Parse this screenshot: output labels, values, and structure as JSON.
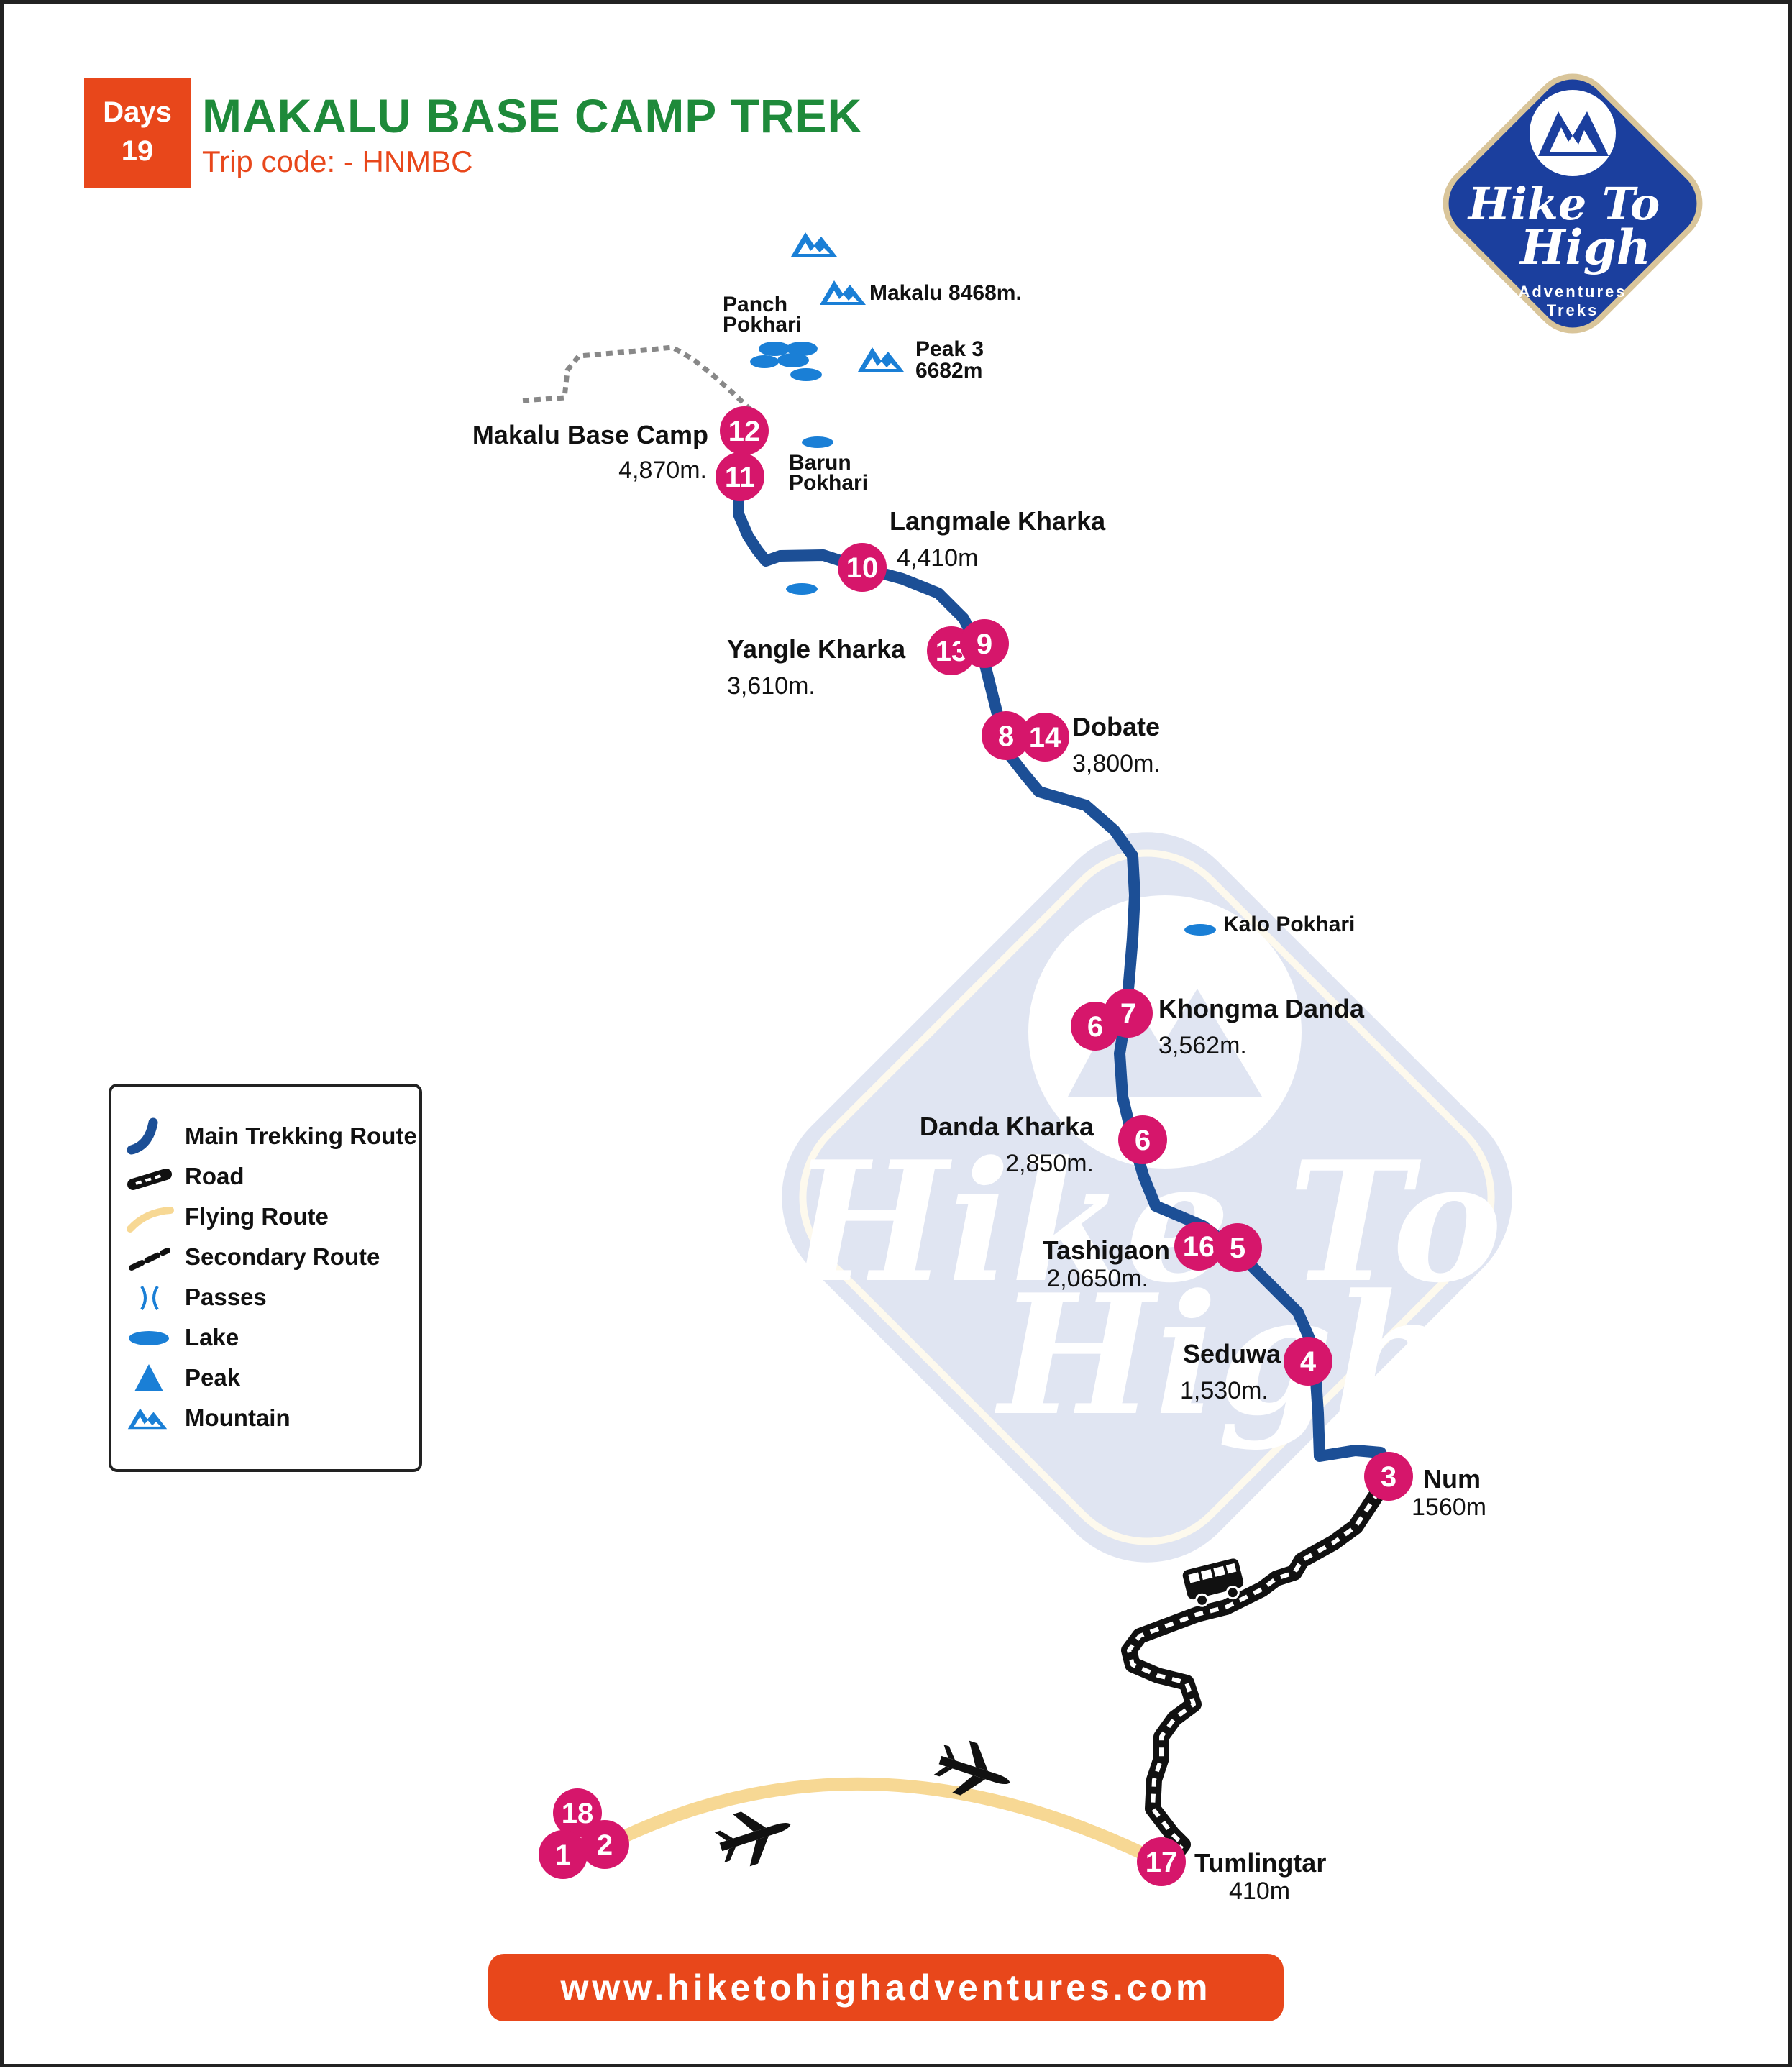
{
  "header": {
    "days_label": "Days",
    "days_value": "19",
    "title": "MAKALU BASE CAMP TREK",
    "trip_code": "Trip code: - HNMBC"
  },
  "logo": {
    "line1": "Hike To",
    "line2": "High",
    "line3": "Adventures",
    "line4": "Treks"
  },
  "footer": {
    "url": "www.hiketohighadventures.com"
  },
  "colors": {
    "route": "#1c4f96",
    "marker": "#d6166b",
    "lake": "#1a7fd6",
    "flight": "#f7d894",
    "accent": "#e8471b",
    "title_green": "#1e8a3a",
    "logo_blue": "#1b3f9e"
  },
  "legend": {
    "items": [
      {
        "label": "Main Trekking Route",
        "icon": "main-route-icon"
      },
      {
        "label": "Road",
        "icon": "road-icon"
      },
      {
        "label": "Flying Route",
        "icon": "flying-route-icon"
      },
      {
        "label": "Secondary Route",
        "icon": "secondary-route-icon"
      },
      {
        "label": "Passes",
        "icon": "pass-icon"
      },
      {
        "label": "Lake",
        "icon": "lake-icon"
      },
      {
        "label": "Peak",
        "icon": "peak-icon"
      },
      {
        "label": "Mountain",
        "icon": "mountain-icon"
      }
    ]
  },
  "places": {
    "makalu_base_camp": {
      "name": "Makalu Base Camp",
      "alt": "4,870m."
    },
    "langmale_kharka": {
      "name": "Langmale Kharka",
      "alt": "4,410m"
    },
    "yangle_kharka": {
      "name": "Yangle Kharka",
      "alt": "3,610m."
    },
    "dobate": {
      "name": "Dobate",
      "alt": "3,800m."
    },
    "khongma_danda": {
      "name": "Khongma Danda",
      "alt": "3,562m."
    },
    "danda_kharka": {
      "name": "Danda Kharka",
      "alt": "2,850m."
    },
    "tashigaon": {
      "name": "Tashigaon",
      "alt": "2,0650m."
    },
    "seduwa": {
      "name": "Seduwa",
      "alt": "1,530m."
    },
    "num": {
      "name": "Num",
      "alt": "1560m"
    },
    "tumlingtar": {
      "name": "Tumlingtar",
      "alt": "410m"
    }
  },
  "features": {
    "makalu": "Makalu 8468m.",
    "peak3_line1": "Peak 3",
    "peak3_line2": "6682m",
    "panch_line1": "Panch",
    "panch_line2": "Pokhari",
    "barun_line1": "Barun",
    "barun_line2": "Pokhari",
    "kalo": "Kalo Pokhari"
  },
  "markers": {
    "m12": "12",
    "m11": "11",
    "m10": "10",
    "m13": "13",
    "m9": "9",
    "m8": "8",
    "m14": "14",
    "m6a": "6",
    "m7": "7",
    "m6b": "6",
    "m16": "16",
    "m5": "5",
    "m4": "4",
    "m3": "3",
    "m17": "17",
    "m18": "18",
    "m1": "1",
    "m2": "2"
  }
}
